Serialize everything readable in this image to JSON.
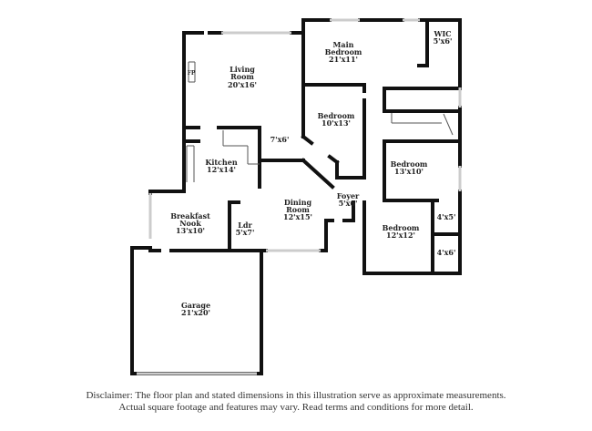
{
  "rooms": [
    {
      "name": "Main Bedroom",
      "dim": "21'x11'"
    },
    {
      "name": "WIC",
      "dim": "5'x6'"
    },
    {
      "name": "Living Room",
      "dim": "20'x16'"
    },
    {
      "name": "Bedroom",
      "dim": "10'x13'"
    },
    {
      "name": "",
      "dim": "7'x6'"
    },
    {
      "name": "Kitchen",
      "dim": "12'x14'"
    },
    {
      "name": "Bedroom",
      "dim": "13'x10'"
    },
    {
      "name": "Foyer",
      "dim": "5'x6'"
    },
    {
      "name": "Dining Room",
      "dim": "12'x15'"
    },
    {
      "name": "Breakfast Nook",
      "dim": "13'x10'"
    },
    {
      "name": "Ldr",
      "dim": "5'x7'"
    },
    {
      "name": "Bedroom",
      "dim": "12'x12'"
    },
    {
      "name": "",
      "dim": "4'x5'"
    },
    {
      "name": "",
      "dim": "4'x6'"
    },
    {
      "name": "Garage",
      "dim": "21'x20'"
    }
  ],
  "fireplace_label": "FP",
  "disclaimer": {
    "line1": "Disclaimer: The floor plan and stated dimensions in this illustration serve as approximate measurements.",
    "line2": "Actual square footage and features may vary. Read terms and conditions for more detail."
  },
  "colors": {
    "wall": "#111111",
    "window": "#cccccc"
  }
}
